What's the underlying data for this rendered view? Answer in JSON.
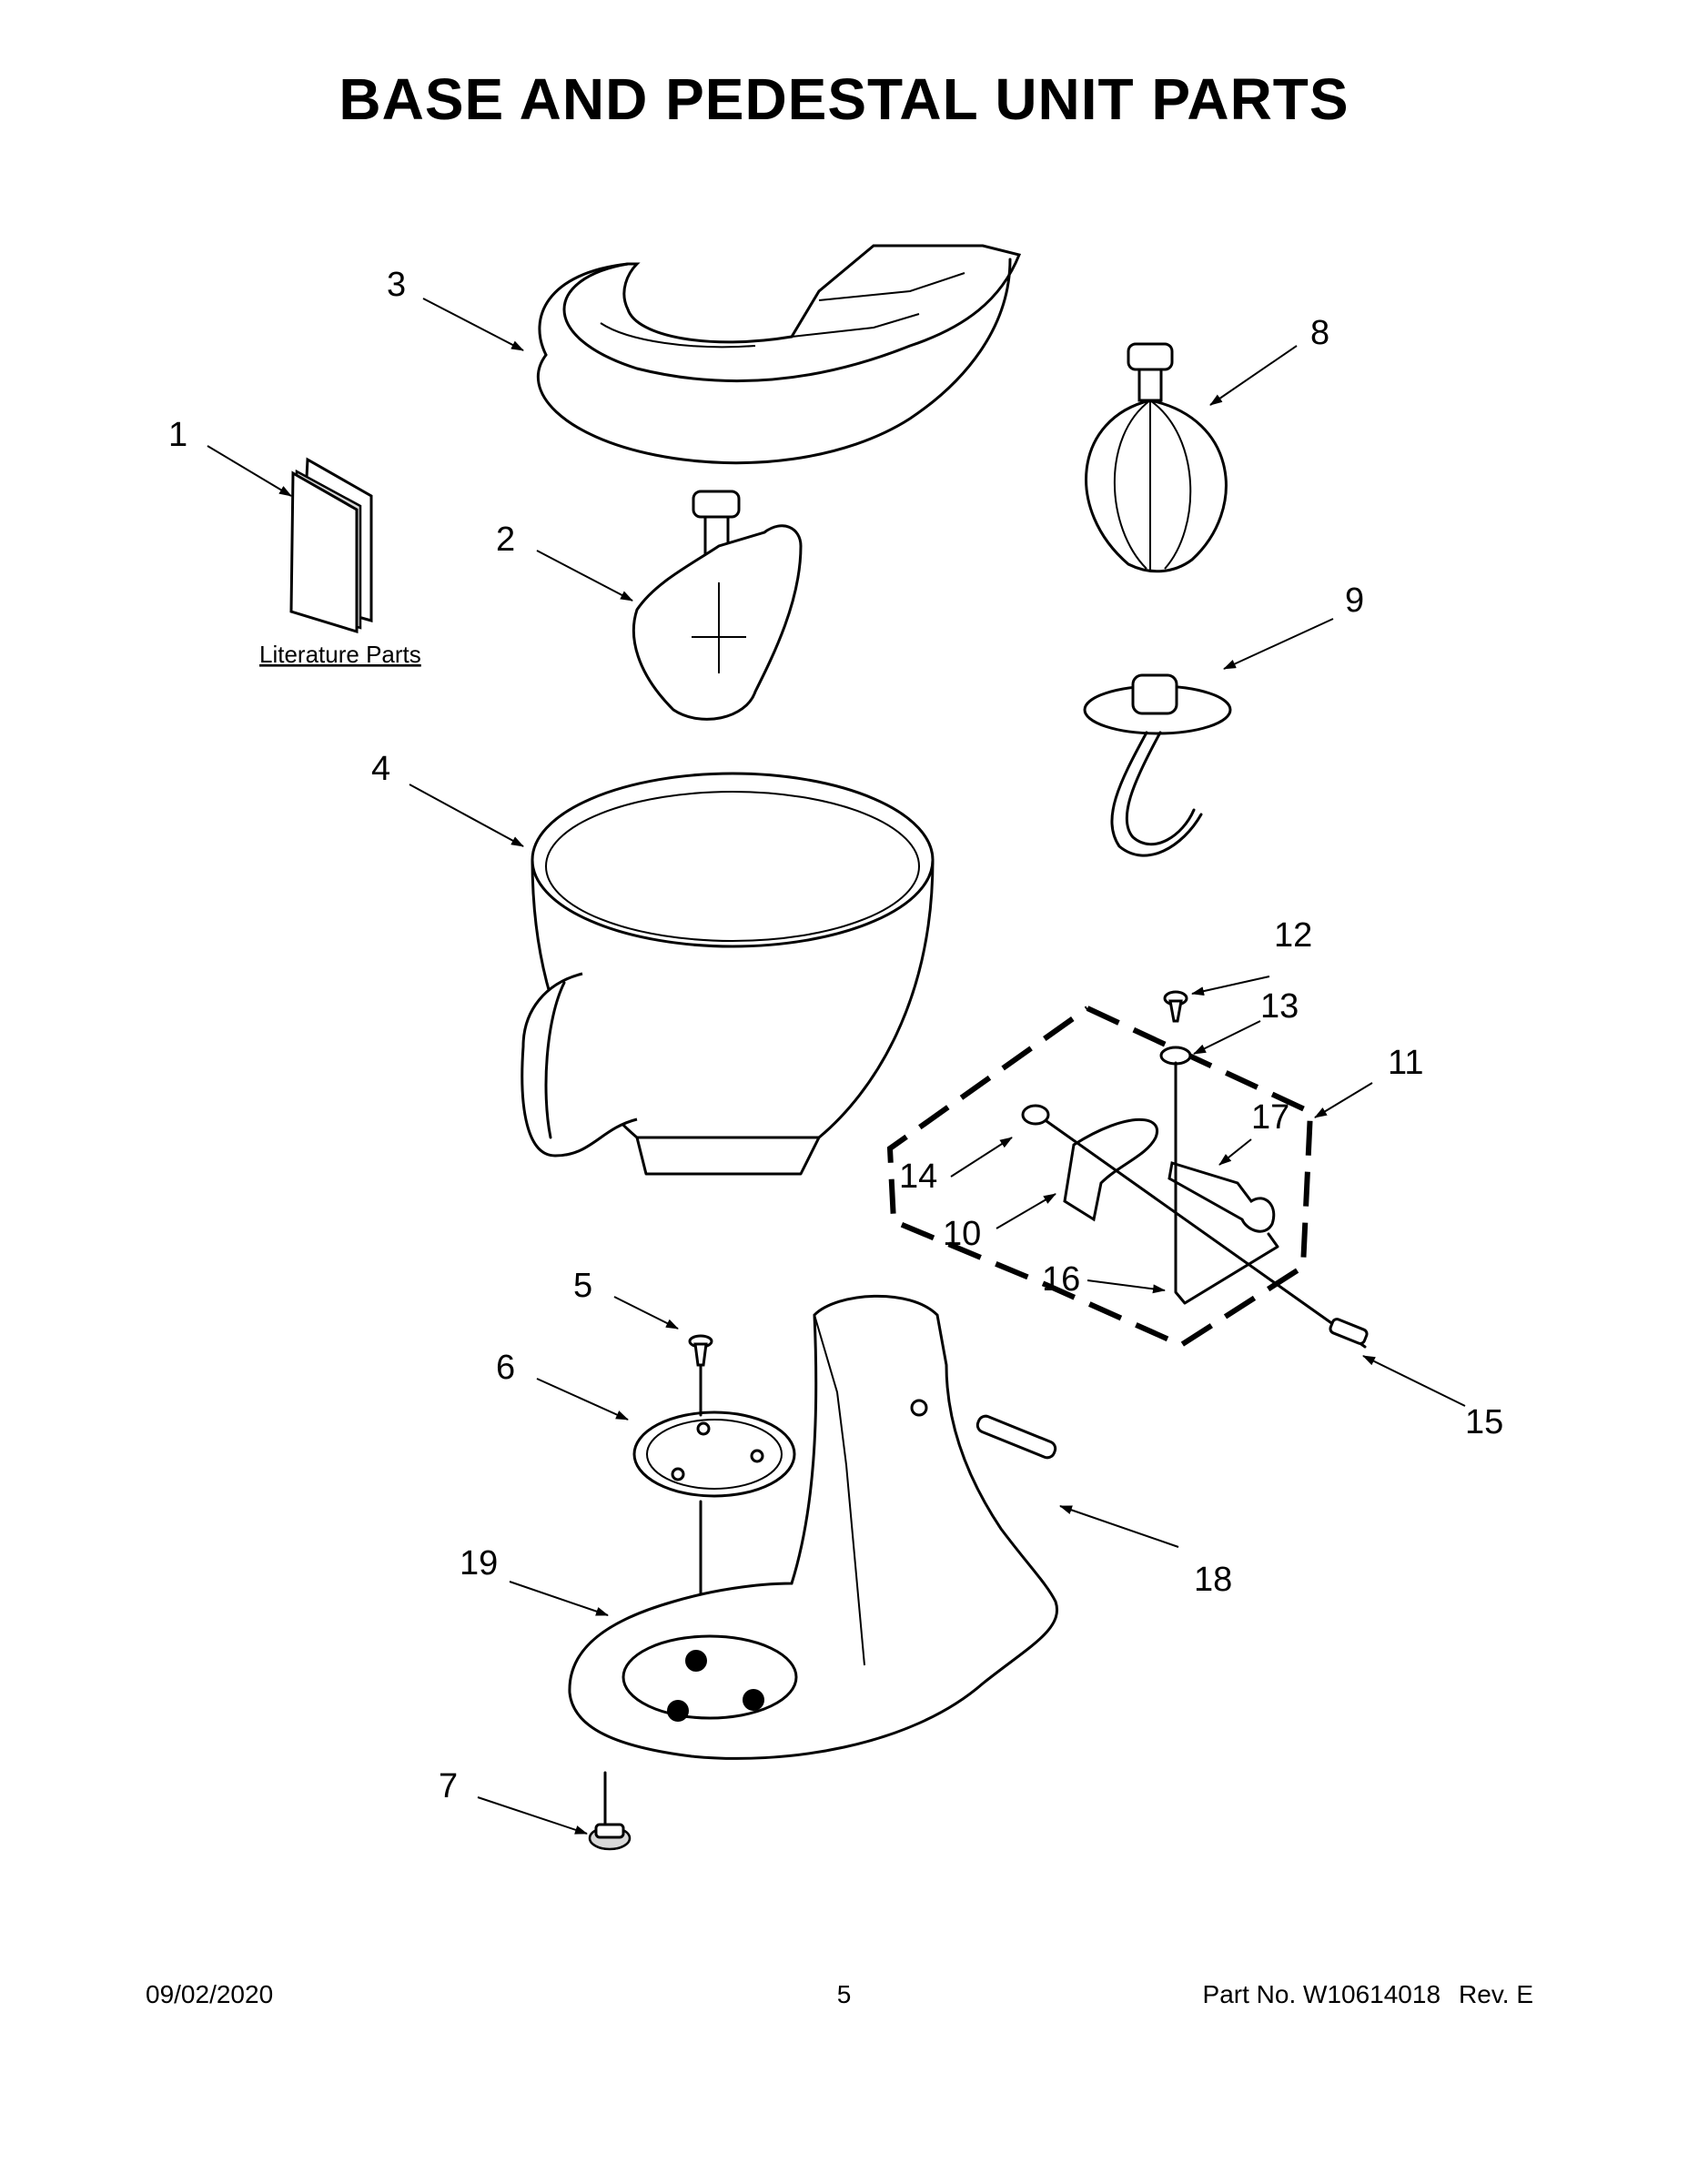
{
  "title": "BASE AND PEDESTAL UNIT PARTS",
  "literature_label": "Literature Parts",
  "callouts": [
    "1",
    "2",
    "3",
    "4",
    "5",
    "6",
    "7",
    "8",
    "9",
    "10",
    "11",
    "12",
    "13",
    "14",
    "15",
    "16",
    "17",
    "18",
    "19"
  ],
  "footer": {
    "date": "09/02/2020",
    "page": "5",
    "part_label": "Part No.",
    "part_number": "W10614018",
    "rev_label": "Rev.",
    "rev": "E"
  }
}
